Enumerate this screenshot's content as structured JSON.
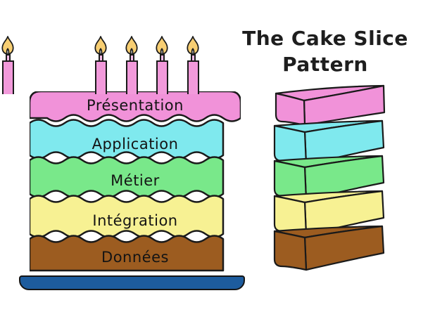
{
  "title": {
    "line1": "The Cake Slice",
    "line2": "Pattern"
  },
  "cake": {
    "layers": [
      {
        "id": "presentation",
        "label": "Présentation",
        "color": "#F192D9"
      },
      {
        "id": "application",
        "label": "Application",
        "color": "#7FE9EE"
      },
      {
        "id": "metier",
        "label": "Métier",
        "color": "#79E88A"
      },
      {
        "id": "integration",
        "label": "Intégration",
        "color": "#F7F193"
      },
      {
        "id": "donnees",
        "label": "Données",
        "color": "#9C5C20"
      }
    ],
    "candles": {
      "count": 5,
      "body_color": "#F29ADB",
      "wick_color": "#F7BCE6",
      "flame_color": "#F7CE72"
    },
    "plate_color": "#1D5C9E",
    "outline_color": "#1a1a1a"
  }
}
